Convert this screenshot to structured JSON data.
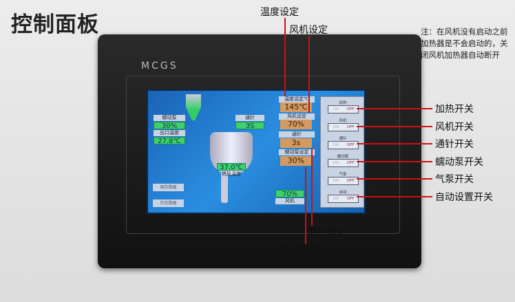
{
  "title": "控制面板",
  "note": "注：在风机没有启动之前加热器是不会启动的，关闭风机加热器自动断开",
  "device": {
    "logo": "MCGS"
  },
  "screen": {
    "pump_label": "蠕动泵",
    "pump_value": "30%",
    "outlet_label": "出口温度",
    "outlet_value": "27.8℃",
    "needle_label": "通针",
    "needle_value": "3S",
    "tower_value": "37.0℃",
    "tower_label": "热风温度",
    "save_button": "保存数据",
    "history_button": "历史数据",
    "fan_value": "70%",
    "fan_label": "风机",
    "settings": [
      {
        "label": "温度设定℃",
        "value": "145℃"
      },
      {
        "label": "风机设定",
        "value": "70%"
      },
      {
        "label": "通针",
        "value": "3s"
      },
      {
        "label": "蠕动泵设定",
        "value": "30%"
      }
    ],
    "switches": [
      {
        "label": "加热",
        "on": "ON",
        "off": "OFF",
        "state": "OFF"
      },
      {
        "label": "风机",
        "on": "ON",
        "off": "OFF",
        "state": "OFF"
      },
      {
        "label": "通针",
        "on": "ON",
        "off": "OFF",
        "state": "OFF"
      },
      {
        "label": "蠕动泵",
        "on": "ON",
        "off": "OFF",
        "state": "OFF"
      },
      {
        "label": "气泵",
        "on": "ON",
        "off": "OFF",
        "state": "OFF"
      },
      {
        "label": "自动",
        "on": "ON",
        "off": "OFF",
        "state": "OFF"
      }
    ]
  },
  "annotations": {
    "temp_setting": "温度设定",
    "fan_setting": "风机设定",
    "needle_setting": "通针设定",
    "pump_setting": "蠕动泵设定",
    "right": [
      "加热开关",
      "风机开关",
      "通针开关",
      "蠕动泵开关",
      "气泵开关",
      "自动设置开关"
    ]
  },
  "colors": {
    "callout_line": "#d01010",
    "setting_box": "#d59a60",
    "readout_box": "#3fd06a"
  }
}
